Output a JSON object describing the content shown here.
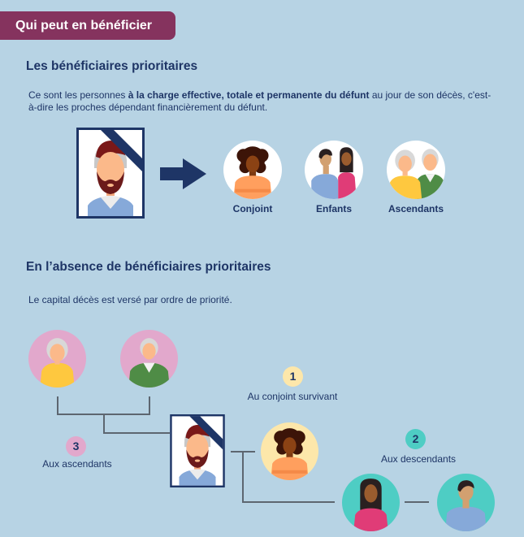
{
  "header": {
    "tag_label": "Qui peut en bénéficier"
  },
  "section1": {
    "title": "Les bénéficiaires prioritaires",
    "text_pre": "Ce sont les personnes ",
    "text_bold": "à la charge effective, totale et permanente du défunt",
    "text_post": " au jour de son décès, c'est-à-dire les proches dépendant financièrement du défunt.",
    "beneficiaries": [
      {
        "label": "Conjoint",
        "icon": "woman-avatar-icon"
      },
      {
        "label": "Enfants",
        "icon": "children-avatar-icon"
      },
      {
        "label": "Ascendants",
        "icon": "elderly-couple-avatar-icon"
      }
    ]
  },
  "section2": {
    "title": "En l’absence de bénéficiaires prioritaires",
    "text": "Le capital décès est versé par ordre de priorité.",
    "priorities": [
      {
        "number": "1",
        "label": "Au conjoint survivant",
        "color": "#fde7aa"
      },
      {
        "number": "2",
        "label": "Aux descendants",
        "color": "#4ecdc4"
      },
      {
        "number": "3",
        "label": "Aux ascendants",
        "color": "#e2a8cc"
      }
    ]
  },
  "colors": {
    "background": "#b7d3e4",
    "tag": "#85335e",
    "navy": "#1e3566",
    "pink": "#e2a8cc",
    "teal": "#4ecdc4",
    "cream": "#fde7aa"
  }
}
